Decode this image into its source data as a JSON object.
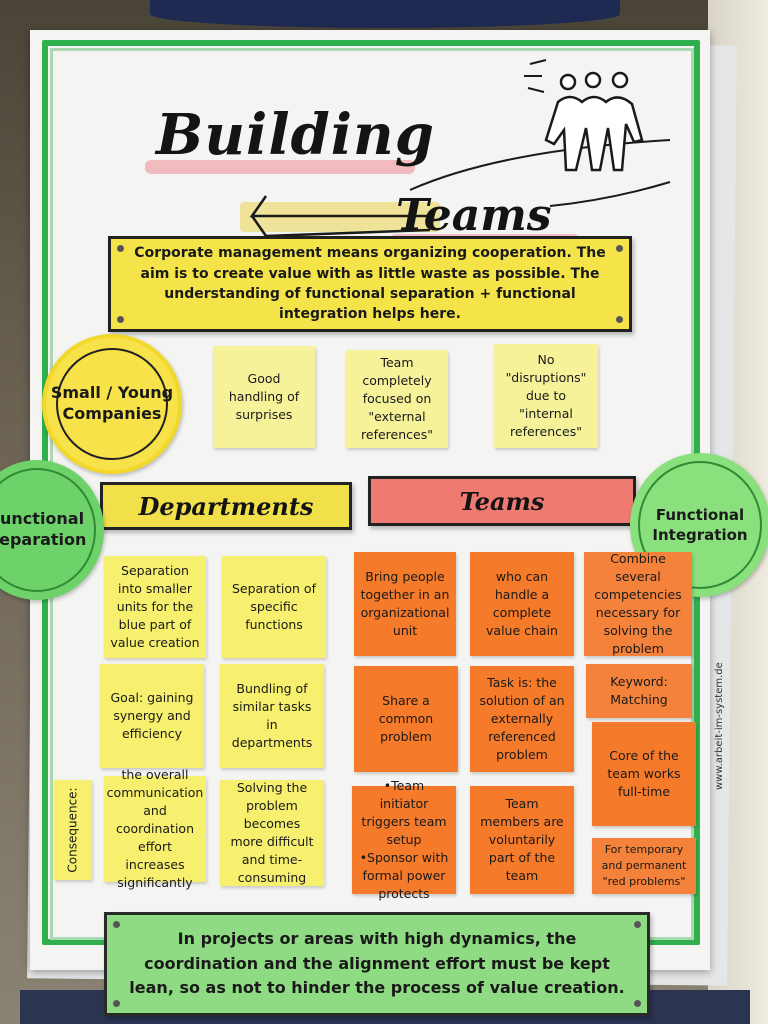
{
  "title": {
    "line1": "Building",
    "line2": "Teams"
  },
  "intro": "Corporate management means organizing cooperation. The aim is to create value with as little waste as possible. The understanding of functional separation + functional integration helps here.",
  "circles": {
    "small_young": "Small / Young Companies",
    "functional_separation": "Functional Separation",
    "functional_integration": "Functional Integration"
  },
  "top_notes": [
    "Good handling of surprises",
    "Team completely focused on \"external references\"",
    "No \"disruptions\" due to \"internal references\""
  ],
  "headers": {
    "departments": "Departments",
    "teams": "Teams"
  },
  "department_notes": [
    "Separation into smaller units for the blue part of value creation",
    "Separation of specific functions",
    "Goal: gaining synergy and efficiency",
    "Bundling of similar tasks in departments",
    "the overall communication and coordination effort increases significantly",
    "Solving the problem becomes more difficult and time-consuming"
  ],
  "consequence_label": "Consequence:",
  "team_notes": [
    "Bring people together in an organizational unit",
    "who can handle a complete value chain",
    "Combine several competencies necessary for solving the problem",
    "Share a common problem",
    "Task is: the solution of an externally referenced problem",
    "Keyword: Matching",
    "Core of the team works full-time",
    "•Team initiator triggers team setup •Sponsor with formal power protects",
    "Team members are voluntarily part of the team",
    "For temporary and permanent \"red problems\""
  ],
  "bottom_note": "In projects or areas with high dynamics, the coordination and the alignment effort must be kept lean, so as not to hinder the process of value creation.",
  "website": "www.arbeit-im-system.de",
  "colors": {
    "frame_green": "#2fb04d",
    "yellow_note": "#f7f06e",
    "orange_note": "#f57a2a",
    "team_banner": "#ef7a72",
    "bottom_green": "#8fdb83"
  }
}
